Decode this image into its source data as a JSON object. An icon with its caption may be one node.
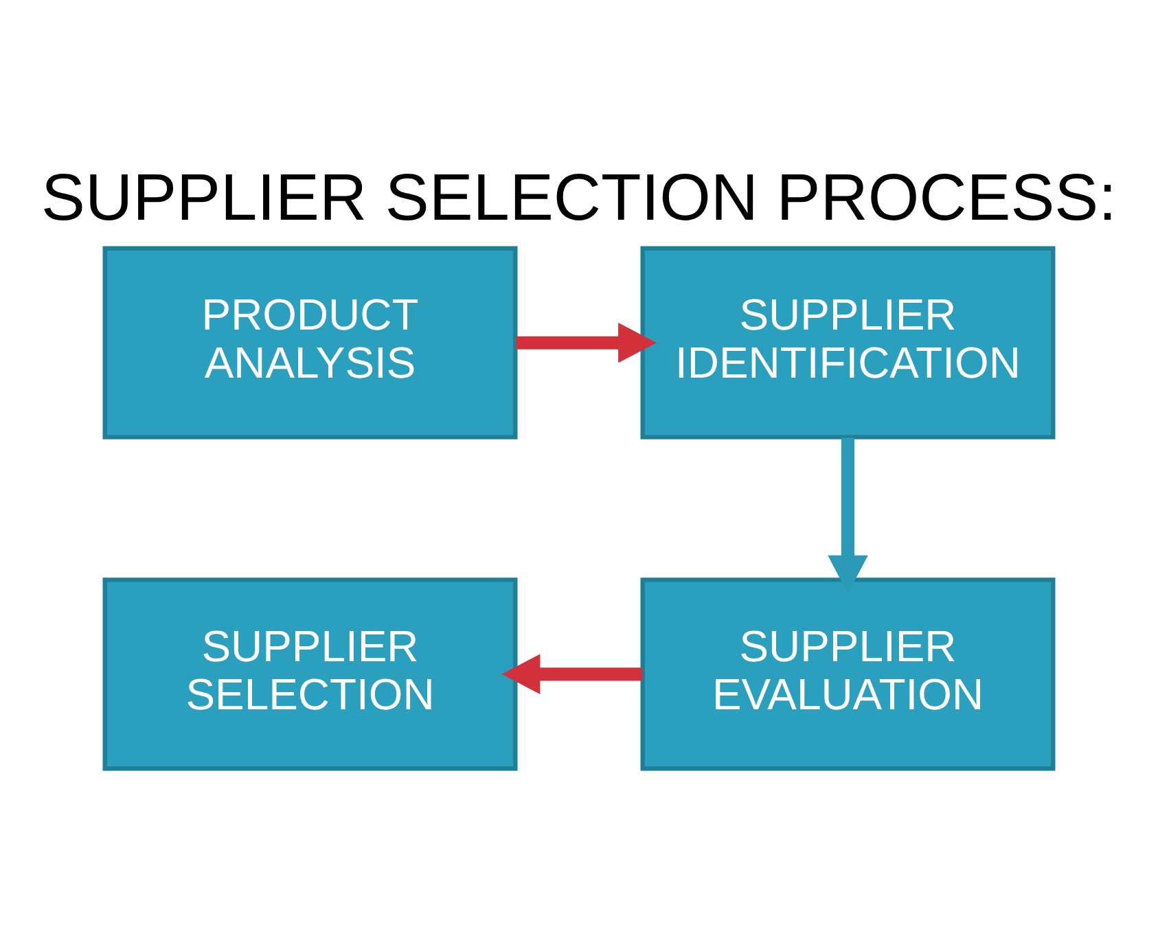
{
  "diagram": {
    "title": "SUPPLIER SELECTION PROCESS:",
    "nodes": [
      {
        "text": [
          "PRODUCT ANALYSIS"
        ]
      },
      {
        "text": [
          "SUPPLIER IDENTIFICATION"
        ]
      },
      {
        "text": [
          "SUPPLIER EVALUATION"
        ]
      },
      {
        "text": [
          "SUPPLIER SELECTION"
        ]
      }
    ],
    "edges": [
      {
        "from": 0,
        "to": 1,
        "arrow": "to"
      },
      {
        "from": 1,
        "to": 2,
        "arrow": "to",
        "color": "#2a9ab8"
      },
      {
        "from": 2,
        "to": 3,
        "arrow": "to"
      }
    ]
  }
}
